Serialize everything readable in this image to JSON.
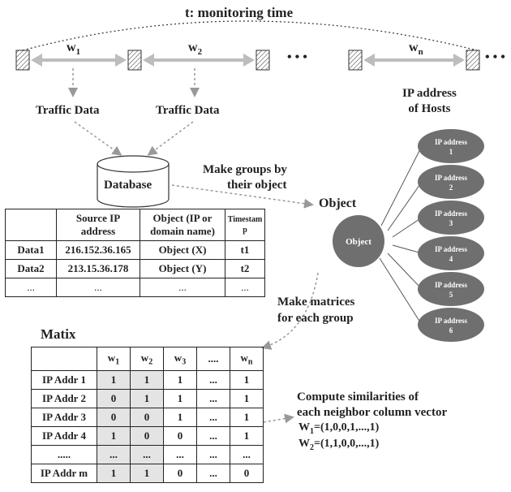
{
  "title": "t: monitoring time",
  "windows": [
    "w",
    "w",
    "w"
  ],
  "window_subs": [
    "1",
    "2",
    "n"
  ],
  "ellipsis": "• • •",
  "ellipsis_end": "• • •",
  "hosts_label": [
    "IP address",
    "of Hosts"
  ],
  "traffic_labels": [
    "Traffic Data",
    "Traffic Data"
  ],
  "database_label": "Database",
  "make_groups": [
    "Make groups by",
    "their object"
  ],
  "object_label": "Object",
  "object_node": "Object",
  "ip_nodes": [
    {
      "line1": "IP address",
      "line2": "1"
    },
    {
      "line1": "IP address",
      "line2": "2"
    },
    {
      "line1": "IP address",
      "line2": "3"
    },
    {
      "line1": "IP address",
      "line2": "4"
    },
    {
      "line1": "IP address",
      "line2": "5"
    },
    {
      "line1": "IP address",
      "line2": "6"
    }
  ],
  "source_table": {
    "headers": [
      "",
      "Source IP address",
      "Object (IP or domain name)",
      "Timestamp"
    ],
    "header_lines": [
      [
        ""
      ],
      [
        "Source IP",
        "address"
      ],
      [
        "Object (IP or",
        "domain name)"
      ],
      [
        "Timestam",
        "p"
      ]
    ],
    "rows": [
      [
        "Data1",
        "216.152.36.165",
        "Object (X)",
        "t1"
      ],
      [
        "Data2",
        "213.15.36.178",
        "Object (Y)",
        "t2"
      ],
      [
        "...",
        "...",
        "...",
        "..."
      ]
    ]
  },
  "make_matrices": [
    "Make matrices",
    "for each group"
  ],
  "matrix_title": "Matix",
  "matrix": {
    "col_headers": [
      "w",
      "w",
      "w",
      "....",
      "w"
    ],
    "col_subs": [
      "1",
      "2",
      "3",
      "",
      "n"
    ],
    "rows": [
      [
        "IP Addr 1",
        "1",
        "1",
        "1",
        "...",
        "1"
      ],
      [
        "IP Addr 2",
        "0",
        "1",
        "1",
        "...",
        "1"
      ],
      [
        "IP Addr 3",
        "0",
        "0",
        "1",
        "...",
        "1"
      ],
      [
        "IP Addr 4",
        "1",
        "0",
        "0",
        "...",
        "1"
      ],
      [
        ".....",
        "...",
        "...",
        "...",
        "...",
        "..."
      ],
      [
        "IP Addr m",
        "1",
        "1",
        "0",
        "...",
        "0"
      ]
    ]
  },
  "compute_text": [
    "Compute similarities of",
    "each neighbor column vector"
  ],
  "vectors": [
    {
      "name": "W",
      "sub": "1",
      "value": "=(1,0,0,1,...,1)"
    },
    {
      "name": "W",
      "sub": "2",
      "value": "=(1,1,0,0,...,1)"
    }
  ],
  "colors": {
    "node": "#6f6f6f",
    "arrow": "#bdbdbd",
    "dashed": "#999999",
    "highlight": "#e4e4e4"
  }
}
